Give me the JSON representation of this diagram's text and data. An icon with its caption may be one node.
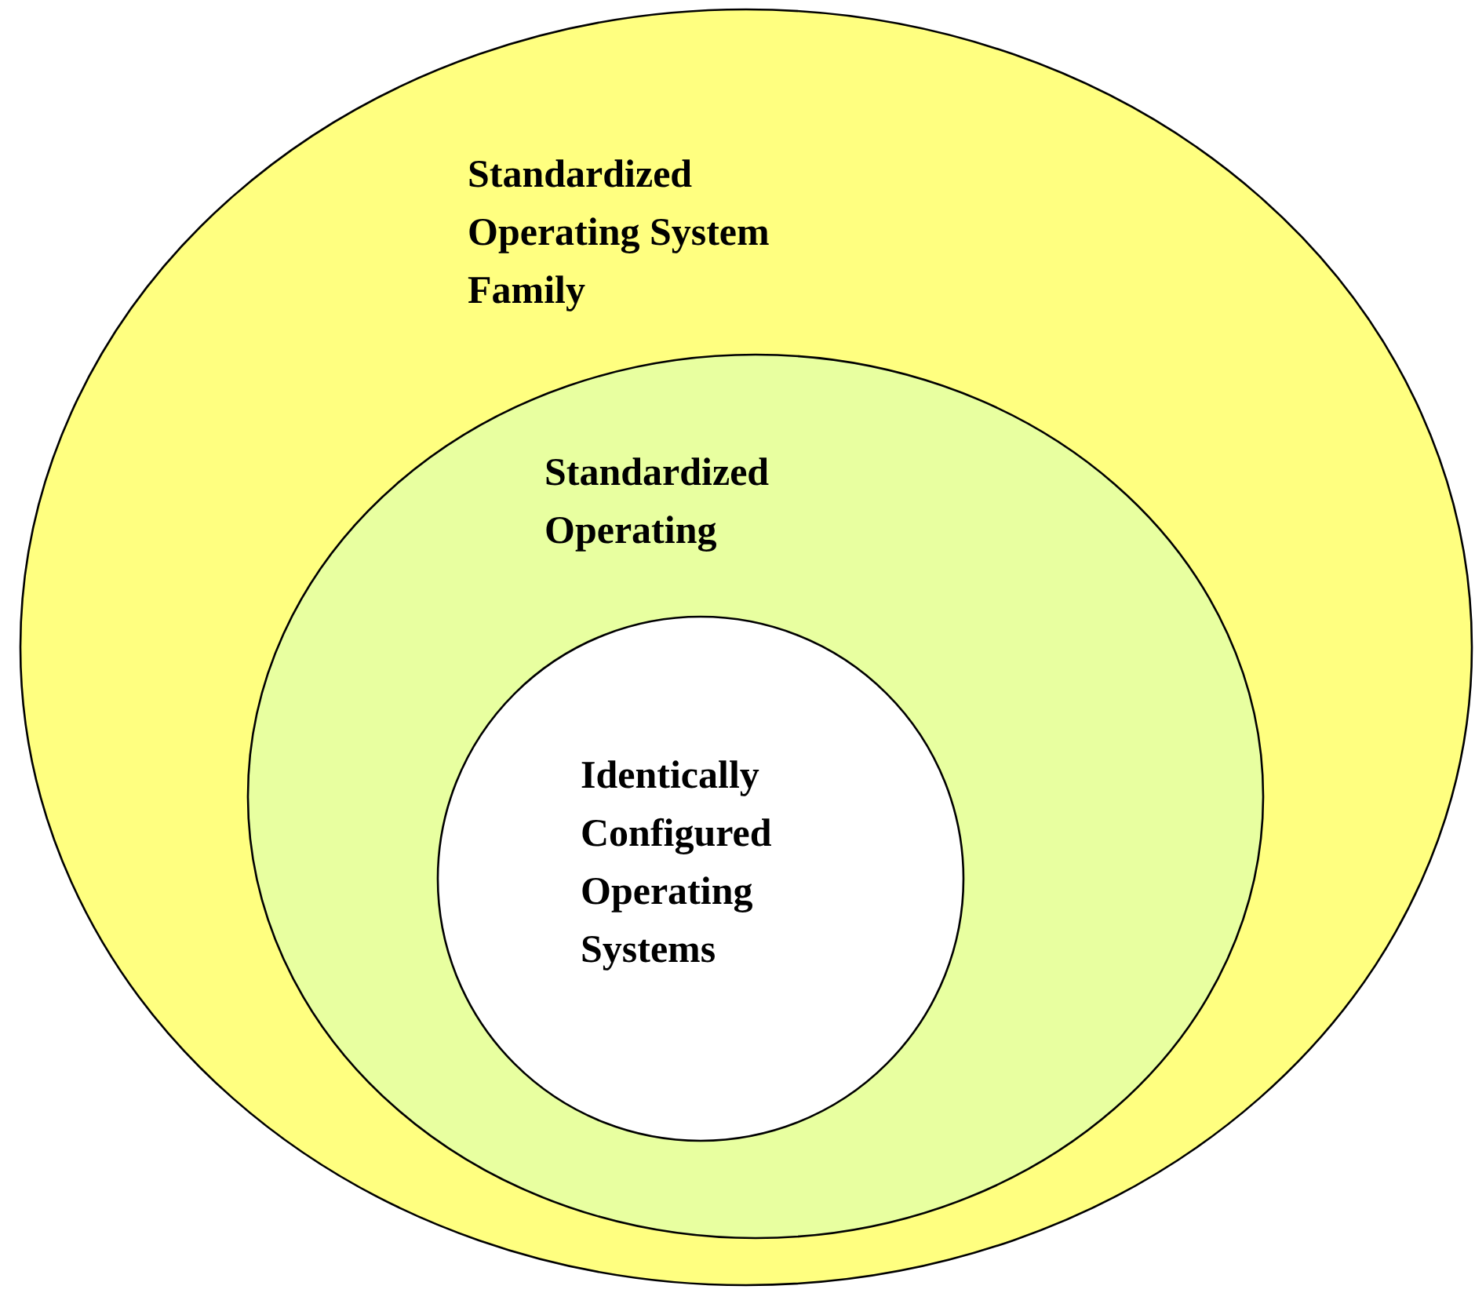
{
  "diagram": {
    "nodes": [
      {
        "text": [
          "Standardized Operating System Family"
        ]
      },
      {
        "text": [
          "Standardized Operating"
        ],
        "in": 0
      },
      {
        "text": [
          "Identically Configured Operating Systems"
        ],
        "in": 1
      }
    ]
  }
}
